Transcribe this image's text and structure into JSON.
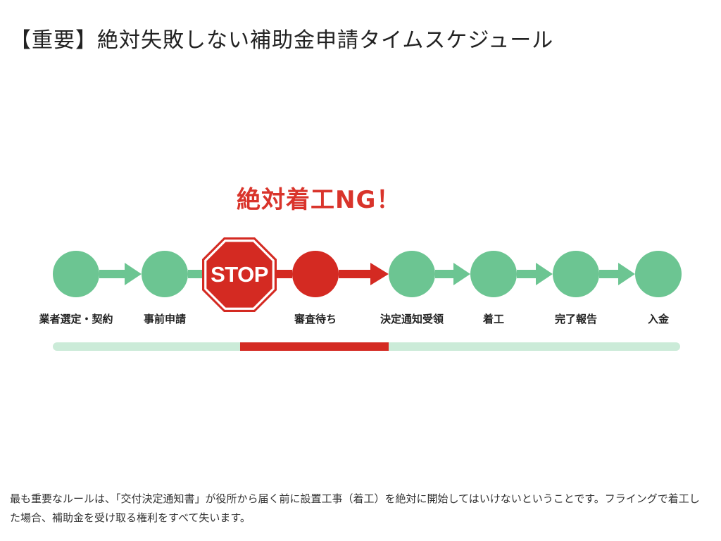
{
  "title": "【重要】絶対失敗しない補助金申請タイムスケジュール",
  "warning": "絶対着工NG！",
  "stop_sign_text": "STOP",
  "steps": [
    {
      "label": "業者選定・契約",
      "color": "#6cc592"
    },
    {
      "label": "事前申請",
      "color": "#6cc592"
    },
    {
      "label": "審査待ち",
      "color": "#d42a22"
    },
    {
      "label": "決定通知受領",
      "color": "#6cc592"
    },
    {
      "label": "着工",
      "color": "#6cc592"
    },
    {
      "label": "完了報告",
      "color": "#6cc592"
    },
    {
      "label": "入金",
      "color": "#6cc592"
    }
  ],
  "description": "最も重要なルールは、「交付決定通知書」が役所から届く前に設置工事（着工）を絶対に開始してはいけないということです。フライングで着工した場合、補助金を受け取る権利をすべて失います。",
  "colors": {
    "safe": "#6cc592",
    "danger": "#d42a22",
    "safe_light": "#cbebd8"
  }
}
